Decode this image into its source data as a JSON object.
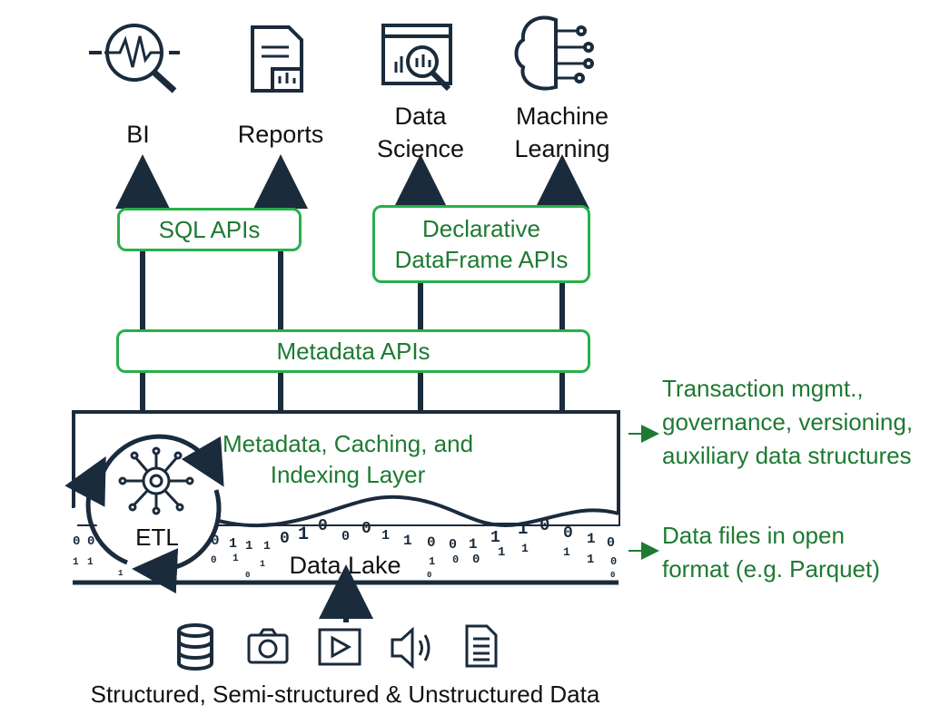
{
  "consumers": [
    {
      "label": "BI",
      "icon": "bi-magnifier-icon"
    },
    {
      "label": "Reports",
      "icon": "report-document-icon"
    },
    {
      "label": "Data\nScience",
      "icon": "data-science-window-icon"
    },
    {
      "label": "Machine\nLearning",
      "icon": "brain-circuit-icon"
    }
  ],
  "apis": {
    "sql": "SQL APIs",
    "dataframe": "Declarative\nDataFrame APIs",
    "metadata": "Metadata APIs"
  },
  "layer": {
    "title": "Metadata, Caching, and\nIndexing Layer",
    "etl": "ETL"
  },
  "lake": {
    "label": "Data Lake"
  },
  "notes": {
    "transaction": "Transaction mgmt.,\ngovernance, versioning,\nauxiliary data structures",
    "files": "Data files in open\nformat (e.g. Parquet)"
  },
  "sources": {
    "label": "Structured, Semi-structured & Unstructured Data",
    "icons": [
      "database-icon",
      "camera-icon",
      "video-play-icon",
      "speaker-icon",
      "document-icon"
    ]
  },
  "colors": {
    "accent_green": "#27b04a",
    "text_green": "#1e7a32",
    "navy": "#1a2b3c"
  }
}
